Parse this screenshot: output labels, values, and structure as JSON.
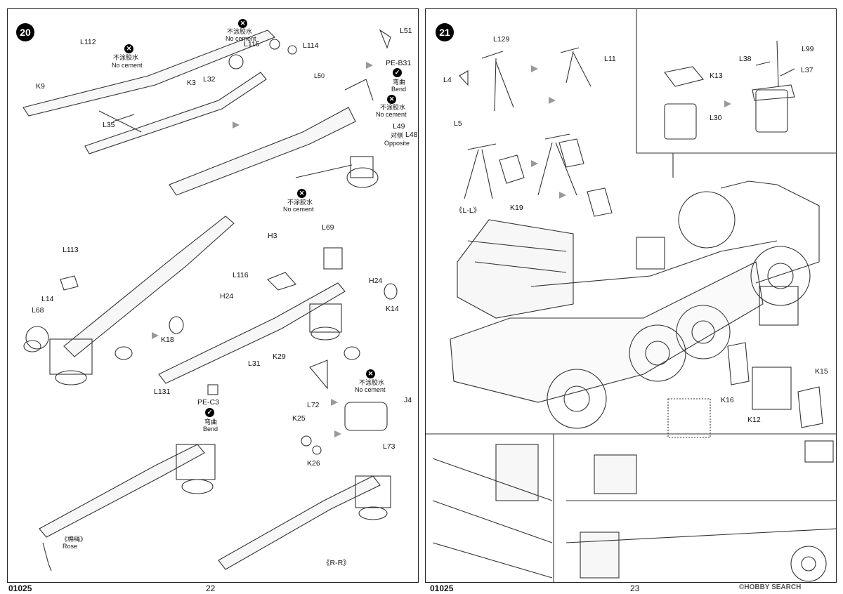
{
  "left": {
    "step": "20",
    "code": "01025",
    "page_no": "22",
    "labels": {
      "L112": "L112",
      "K9": "K9",
      "L35": "L35",
      "K3": "K3",
      "L32": "L32",
      "L115": "L115",
      "L114": "L114",
      "L51": "L51",
      "PE_B31": "PE-B31",
      "L50": "L50",
      "L49": "L49",
      "L48": "L48",
      "L113": "L113",
      "L14": "L14",
      "L68": "L68",
      "K18": "K18",
      "H3": "H3",
      "L69": "L69",
      "L116": "L116",
      "H24a": "H24",
      "H24b": "H24",
      "K14": "K14",
      "L31": "L31",
      "K29": "K29",
      "L131": "L131",
      "PE_C3": "PE-C3",
      "L72": "L72",
      "J4": "J4",
      "K25": "K25",
      "L73": "L73",
      "K26": "K26"
    },
    "notes": {
      "no_cement_cn": "不涂胶水",
      "no_cement_en": "No cement",
      "bend_cn": "弯曲",
      "bend_en": "Bend",
      "opposite_cn": "对侧",
      "opposite_en": "Opposite",
      "rose_cn": "《棉绳》",
      "rose_en": "Rose",
      "view_rr": "《R-R》"
    }
  },
  "right": {
    "step": "21",
    "page_no": "23",
    "code": "01025",
    "view_ll": "《L-L》",
    "labels": {
      "L129": "L129",
      "L4": "L4",
      "L11": "L11",
      "L5": "L5",
      "K19": "K19",
      "K13": "K13",
      "L30": "L30",
      "L38": "L38",
      "L99": "L99",
      "L37": "L37",
      "K16": "K16",
      "K12": "K12",
      "K15": "K15"
    }
  },
  "watermark": "©HOBBY SEARCH"
}
